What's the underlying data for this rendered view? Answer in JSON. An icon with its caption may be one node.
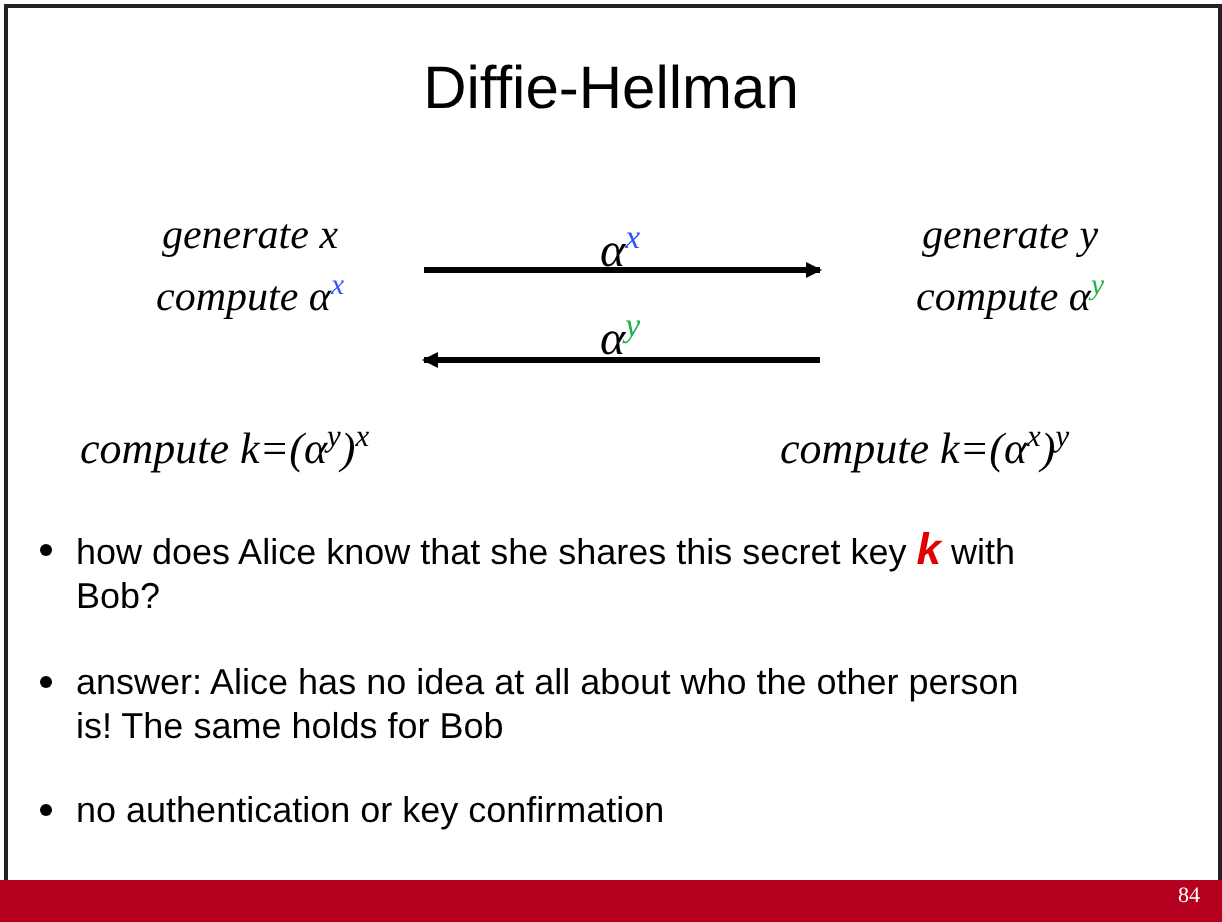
{
  "diagram": {
    "title": "Diffie-Hellman",
    "nodes": [
      {
        "text": [
          "generate x",
          "compute α$^{x}$"
        ],
        "beside": [
          "compute k=(α$^{y}$)$^{x}$"
        ]
      },
      {
        "text": [
          "generate y",
          "compute α$^{y}$"
        ],
        "beside": [
          "compute k=(α$^{x}$)$^{y}$"
        ]
      }
    ],
    "edges": [
      {
        "from": 0,
        "to": 1,
        "arrow": "to",
        "label": "α$^{x}$"
      },
      {
        "from": 1,
        "to": 0,
        "arrow": "to",
        "label": "α$^{y}$"
      }
    ],
    "labels": [
      "how does Alice know that she shares this secret key **k** with Bob?",
      "answer: Alice has no idea at all about who the other person is! The same holds for Bob",
      "no authentication or key confirmation",
      "84"
    ]
  }
}
